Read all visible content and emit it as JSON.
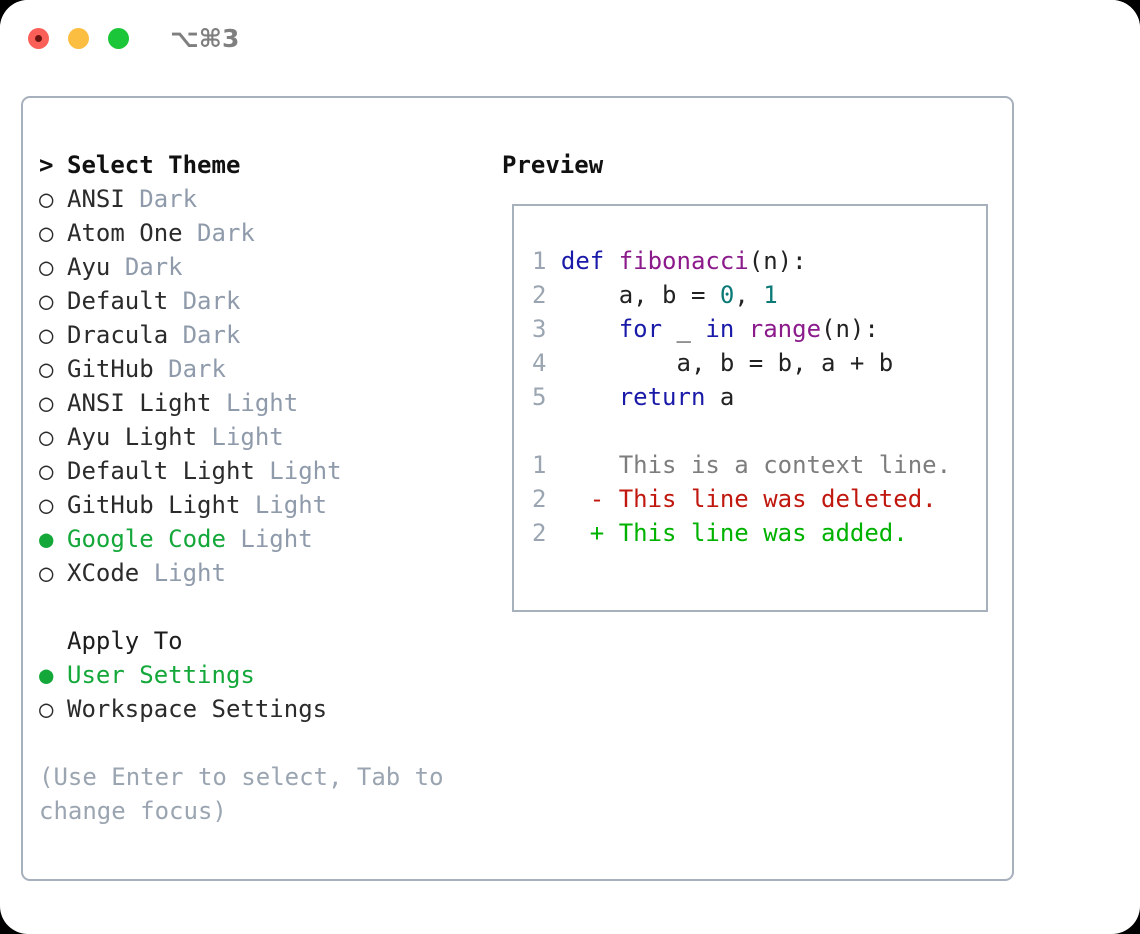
{
  "titlebar": {
    "shortcut": "⌥⌘3",
    "buttons": {
      "close": "close",
      "minimize": "minimize",
      "zoom": "zoom"
    }
  },
  "theme_picker": {
    "header_prompt": ">",
    "header_label": "Select Theme",
    "marker_selected": "●",
    "marker_unselected": "○",
    "items": [
      {
        "name": "ANSI",
        "type": "Dark",
        "selected": false
      },
      {
        "name": "Atom One",
        "type": "Dark",
        "selected": false
      },
      {
        "name": "Ayu",
        "type": "Dark",
        "selected": false
      },
      {
        "name": "Default",
        "type": "Dark",
        "selected": false
      },
      {
        "name": "Dracula",
        "type": "Dark",
        "selected": false
      },
      {
        "name": "GitHub",
        "type": "Dark",
        "selected": false
      },
      {
        "name": "ANSI Light",
        "type": "Light",
        "selected": false
      },
      {
        "name": "Ayu Light",
        "type": "Light",
        "selected": false
      },
      {
        "name": "Default Light",
        "type": "Light",
        "selected": false
      },
      {
        "name": "GitHub Light",
        "type": "Light",
        "selected": false
      },
      {
        "name": "Google Code",
        "type": "Light",
        "selected": true
      },
      {
        "name": "XCode",
        "type": "Light",
        "selected": false
      }
    ]
  },
  "apply_to": {
    "header_label": "Apply To",
    "items": [
      {
        "label": "User Settings",
        "selected": true
      },
      {
        "label": "Workspace Settings",
        "selected": false
      }
    ]
  },
  "hint": "(Use Enter to select, Tab to change focus)",
  "preview": {
    "title": "Preview",
    "code_lines": [
      {
        "num": "1",
        "tokens": [
          {
            "t": "def ",
            "c": "kw"
          },
          {
            "t": "fibonacci",
            "c": "fn"
          },
          {
            "t": "(n):",
            "c": "plain"
          }
        ]
      },
      {
        "num": "2",
        "tokens": [
          {
            "t": "    a, b = ",
            "c": "plain"
          },
          {
            "t": "0",
            "c": "num"
          },
          {
            "t": ", ",
            "c": "plain"
          },
          {
            "t": "1",
            "c": "num"
          }
        ]
      },
      {
        "num": "3",
        "tokens": [
          {
            "t": "    ",
            "c": "plain"
          },
          {
            "t": "for",
            "c": "kw"
          },
          {
            "t": " _ ",
            "c": "plain"
          },
          {
            "t": "in",
            "c": "kw"
          },
          {
            "t": " ",
            "c": "plain"
          },
          {
            "t": "range",
            "c": "fn"
          },
          {
            "t": "(n):",
            "c": "plain"
          }
        ]
      },
      {
        "num": "4",
        "tokens": [
          {
            "t": "        a, b = b, a + b",
            "c": "plain"
          }
        ]
      },
      {
        "num": "5",
        "tokens": [
          {
            "t": "    ",
            "c": "plain"
          },
          {
            "t": "return",
            "c": "kw"
          },
          {
            "t": " a",
            "c": "plain"
          }
        ]
      }
    ],
    "diff_lines": [
      {
        "num": "1",
        "sign": " ",
        "text": "This is a context line.",
        "kind": "d-ctx"
      },
      {
        "num": "2",
        "sign": "-",
        "text": "This line was deleted.",
        "kind": "d-del"
      },
      {
        "num": "2",
        "sign": "+",
        "text": "This line was added.",
        "kind": "d-add"
      }
    ]
  },
  "colors": {
    "accent_green": "#14a83a",
    "muted": "#8f9bab",
    "border": "#a7b0bd",
    "keyword": "#1a1aa8",
    "function": "#8b1a8b",
    "number": "#0b7a77",
    "diff_deleted": "#c0180f",
    "diff_added": "#00b200"
  }
}
